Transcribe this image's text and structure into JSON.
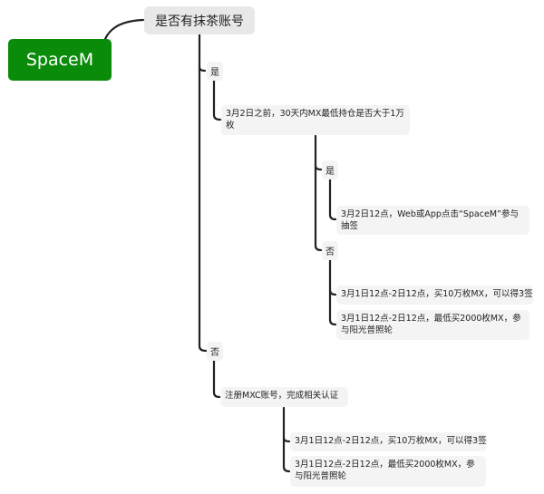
{
  "root": {
    "label": "SpaceM",
    "color": "#0a8c0a"
  },
  "topic": {
    "label": "是否有抹茶账号",
    "yes": {
      "label": "是",
      "condition": "3月2日之前，30天内MX最低持仓是否大于1万枚",
      "yes": {
        "label": "是",
        "items": [
          "3月2日12点，Web或App点击“SpaceM”参与抽签"
        ]
      },
      "no": {
        "label": "否",
        "items": [
          "3月1日12点-2日12点，买10万枚MX，可以得3签",
          "3月1日12点-2日12点，最低买2000枚MX，参与阳光普照轮"
        ]
      }
    },
    "no": {
      "label": "否",
      "step": "注册MXC账号，完成相关认证",
      "items": [
        "3月1日12点-2日12点，买10万枚MX，可以得3签",
        "3月1日12点-2日12点，最低买2000枚MX，参与阳光普照轮"
      ]
    }
  }
}
